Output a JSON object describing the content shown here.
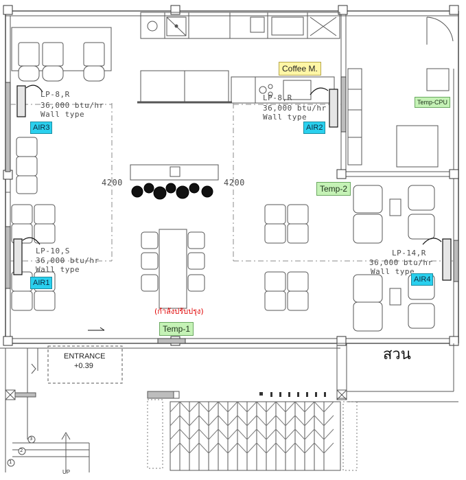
{
  "plan": {
    "room_labels": {
      "entrance": "ENTRANCE",
      "entrance_level": "+0.39",
      "garden": "สวน",
      "up_label": "UP"
    },
    "dimensions": {
      "left_span": "4200",
      "right_span": "4200"
    },
    "note": "(กำลังปรับปรุง)",
    "kitchen_label": "Coffee M.",
    "air_units": [
      {
        "tag": "AIR3",
        "model": "LP-8,R",
        "capacity": "36,000 btu/hr",
        "type": "Wall type"
      },
      {
        "tag": "AIR2",
        "model": "LP-8,R",
        "capacity": "36,000 btu/hr",
        "type": "Wall type"
      },
      {
        "tag": "AIR1",
        "model": "LP-10,S",
        "capacity": "36,000 btu/hr",
        "type": "Wall type"
      },
      {
        "tag": "AIR4",
        "model": "LP-14,R",
        "capacity": "36,000 btu/hr",
        "type": "Wall type"
      }
    ],
    "temp_sensors": {
      "temp1": "Temp-1",
      "temp2": "Temp-2",
      "temp_cpu": "Temp-CPU"
    },
    "stair_numbers": [
      "1",
      "2",
      "3"
    ],
    "colors": {
      "air_tag": "#2ad0ee",
      "temp_tag": "#c5f2b6",
      "coffee_tag": "#fff6a6",
      "note_text": "#e00000",
      "line": "#555555"
    }
  }
}
